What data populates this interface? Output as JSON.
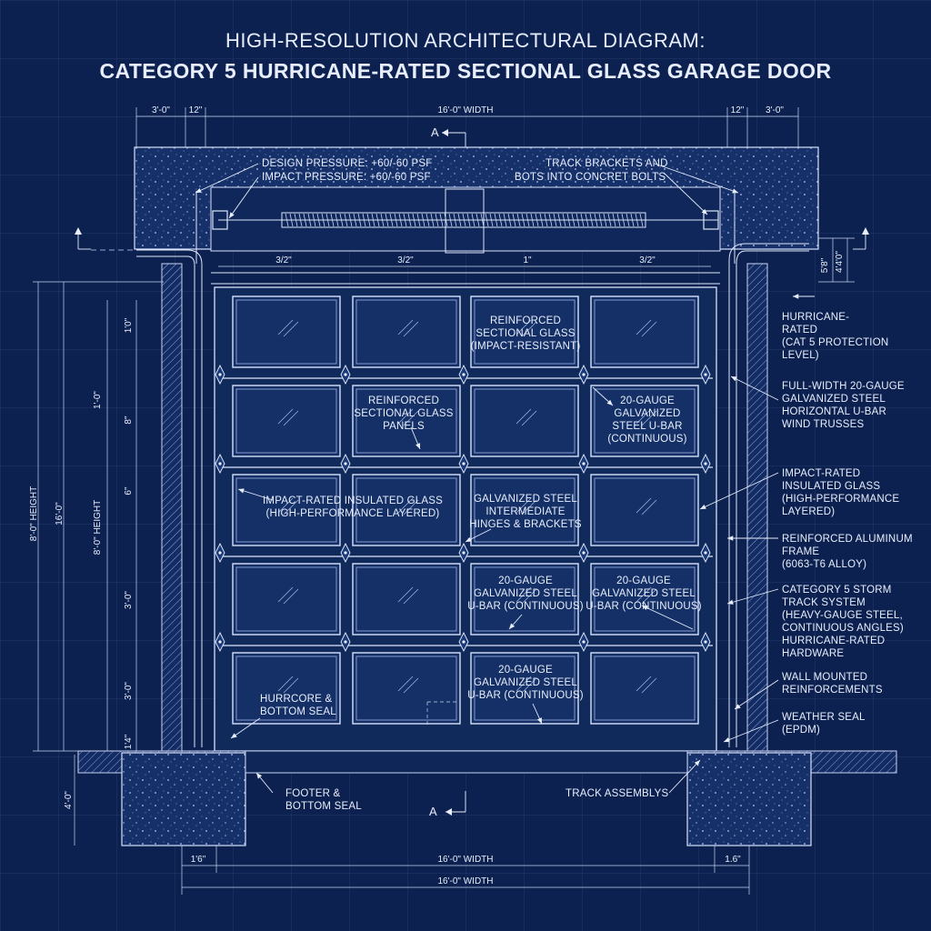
{
  "title": {
    "line1": "HIGH-RESOLUTION ARCHITECTURAL DIAGRAM:",
    "line2": "CATEGORY 5 HURRICANE-RATED SECTIONAL GLASS GARAGE DOOR"
  },
  "section_marker": "A",
  "top_dimensions": {
    "left_outer": "3'-0\"",
    "left_inner": "12\"",
    "width": "16'-0\" WIDTH",
    "right_inner": "12\"",
    "right_outer": "3'-0\""
  },
  "panel_dimensions": [
    "3/2\"",
    "3/2\"",
    "1\"",
    "3/2\""
  ],
  "right_dimensions": [
    "4'4'0\"",
    "5'8\""
  ],
  "left_dimensions": {
    "outer_height": "8'-0\" HEIGHT",
    "outer_total": "16'-0\"",
    "inner_height": "8'-0\" HEIGHT",
    "rows": [
      "1'0\"",
      "1'-0\"",
      "8\"",
      "6\"",
      "3'-0\"",
      "3'-0\"",
      "1'4\""
    ],
    "footer": "4'-0\""
  },
  "bottom_dimensions": {
    "left": "1'6\"",
    "width1": "16'-0\" WIDTH",
    "right": "1.6\"",
    "width2": "16'-0\" WIDTH"
  },
  "annotations": {
    "design_pressure": "DESIGN PRESSURE: +60/-60 PSF",
    "impact_pressure": "IMPACT PRESSURE: +60/-60 PSF",
    "track_brackets_1": "TRACK BRACKETS AND",
    "track_brackets_2": "BOTS INTO CONCRET BOLTS",
    "hurricane_rated": [
      "HURRICANE-",
      "RATED",
      "(CAT 5 PROTECTION",
      "LEVEL)"
    ],
    "wind_trusses": [
      "FULL-WIDTH 20-GAUGE",
      "GALVANIZED STEEL",
      "HORIZONTAL U-BAR",
      "WIND TRUSSES"
    ],
    "impact_glass_right": [
      "IMPACT-RATED",
      "INSULATED GLASS",
      "(HIGH-PERFORMANCE",
      "LAYERED)"
    ],
    "aluminum_frame": [
      "REINFORCED ALUMINUM",
      "FRAME",
      "(6063-T6 ALLOY)"
    ],
    "storm_track": [
      "CATEGORY 5 STORM",
      "TRACK SYSTEM",
      "(HEAVY-GAUGE STEEL,",
      "CONTINUOUS ANGLES)",
      "HURRICANE-RATED",
      "HARDWARE"
    ],
    "wall_reinforcements": [
      "WALL MOUNTED",
      "REINFORCEMENTS"
    ],
    "weather_seal": [
      "WEATHER SEAL",
      "(EPDM)"
    ],
    "glass_in_panel_1": [
      "REINFORCED",
      "SECTIONAL GLASS",
      "(IMPACT-RESISTANT)"
    ],
    "glass_panels": [
      "REINFORCED",
      "SECTIONAL GLASS",
      "PANELS"
    ],
    "ubar_1": [
      "20-GAUGE",
      "GALVANIZED",
      "STEEL U-BAR",
      "(CONTINUOUS)"
    ],
    "impact_glass_left": [
      "IMPACT-RATED INSULATED GLASS",
      "(HIGH-PERFORMANCE LAYERED)"
    ],
    "hinges": [
      "GALVANIZED STEEL",
      "INTERMEDIATE",
      "HINGES & BRACKETS"
    ],
    "ubar_2": [
      "20-GAUGE",
      "GALVANIZED STEEL",
      "U-BAR (CONTINUOUS)"
    ],
    "ubar_3": [
      "20-GAUGE",
      "GALVANIZED STEEL",
      "U-BAR (CONTINUOUS)"
    ],
    "ubar_4": [
      "20-GAUGE",
      "GALVANIZED STEEL",
      "U-BAR (CONTINUOUS)"
    ],
    "hurricore": [
      "HURRCORE &",
      "BOTTOM SEAL"
    ],
    "footer_seal": [
      "FOOTER &",
      "BOTTOM SEAL"
    ],
    "track_assemblys": "TRACK ASSEMBLYS"
  },
  "colors": {
    "background": "#0c2150",
    "line": "#dfe7fb",
    "glass": "#143066"
  }
}
